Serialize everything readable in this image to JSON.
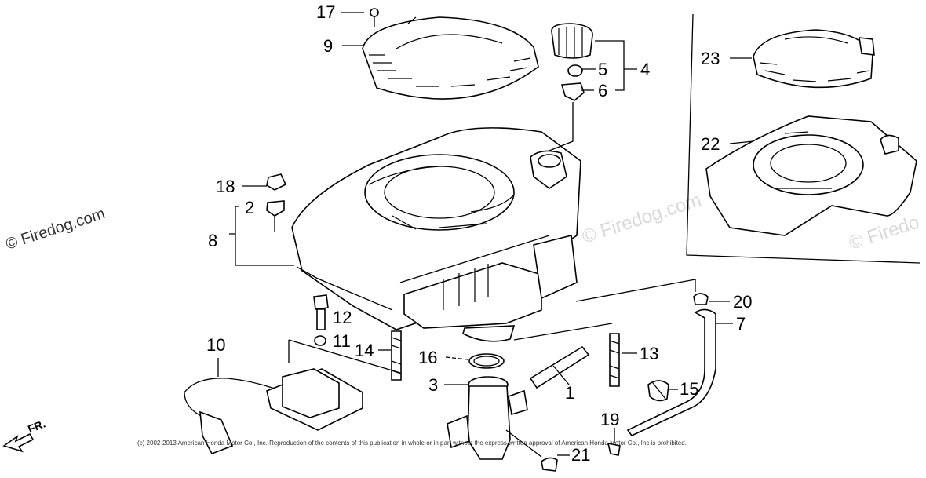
{
  "watermarks": {
    "left": "© Firedog.com",
    "center": "Firedog.com",
    "right_center": "© Firedog.com",
    "right_edge": "© Firedo"
  },
  "copyright": "(c) 2002-2013 American Honda Motor Co., Inc. Reproduction of the contents of this publication in whole or in part without the express written approval of American Honda Motor Co., Inc is prohibited.",
  "direction_label": "FR.",
  "callouts": {
    "p1": "1",
    "p2": "2",
    "p3": "3",
    "p4": "4",
    "p5": "5",
    "p6": "6",
    "p7": "7",
    "p8": "8",
    "p9": "9",
    "p10": "10",
    "p11": "11",
    "p12": "12",
    "p13": "13",
    "p14": "14",
    "p15": "15",
    "p16": "16",
    "p17": "17",
    "p18": "18",
    "p19": "19",
    "p20": "20",
    "p21": "21",
    "p22": "22",
    "p23": "23"
  }
}
